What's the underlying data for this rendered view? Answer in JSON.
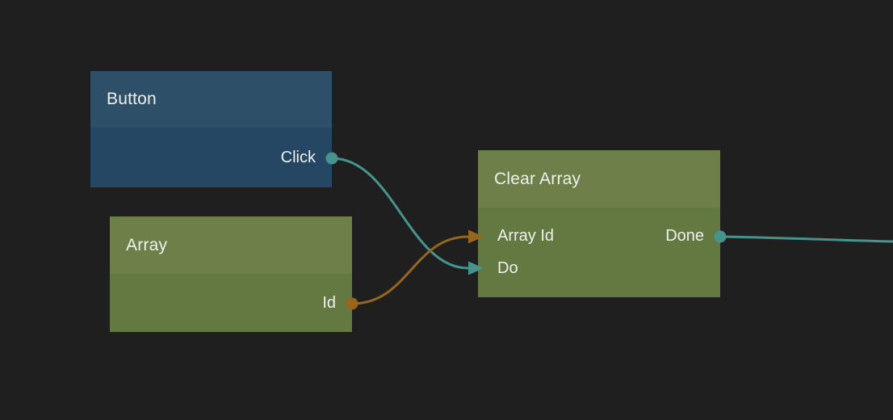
{
  "canvas": {
    "background": "#1f1f1f",
    "kind": "visual-scripting-node-graph"
  },
  "colors": {
    "exec_teal": "#47938d",
    "data_orange": "#96661f",
    "button_node_header": "#2d4f68",
    "button_node_body": "#254763",
    "green_node_header": "#6e8049",
    "green_node_body": "#647941",
    "label_text": "#eef0ee"
  },
  "nodes": [
    {
      "id": "button",
      "title": "Button",
      "inputs": [],
      "outputs": [
        {
          "label": "Click",
          "type": "exec",
          "color": "#47938d"
        }
      ]
    },
    {
      "id": "array",
      "title": "Array",
      "inputs": [],
      "outputs": [
        {
          "label": "Id",
          "type": "data",
          "color": "#96661f"
        }
      ]
    },
    {
      "id": "clear-array",
      "title": "Clear Array",
      "inputs": [
        {
          "label": "Array Id",
          "type": "data",
          "color": "#96661f"
        },
        {
          "label": "Do",
          "type": "exec",
          "color": "#47938d"
        }
      ],
      "outputs": [
        {
          "label": "Done",
          "type": "exec",
          "color": "#47938d"
        }
      ]
    }
  ],
  "edges": [
    {
      "from": "Button.Click",
      "to": "Clear Array.Do",
      "type": "exec",
      "color": "#47938d"
    },
    {
      "from": "Array.Id",
      "to": "Clear Array.Array Id",
      "type": "data",
      "color": "#96661f"
    },
    {
      "from": "Clear Array.Done",
      "to": "offscreen-right",
      "type": "exec",
      "color": "#47938d"
    }
  ]
}
